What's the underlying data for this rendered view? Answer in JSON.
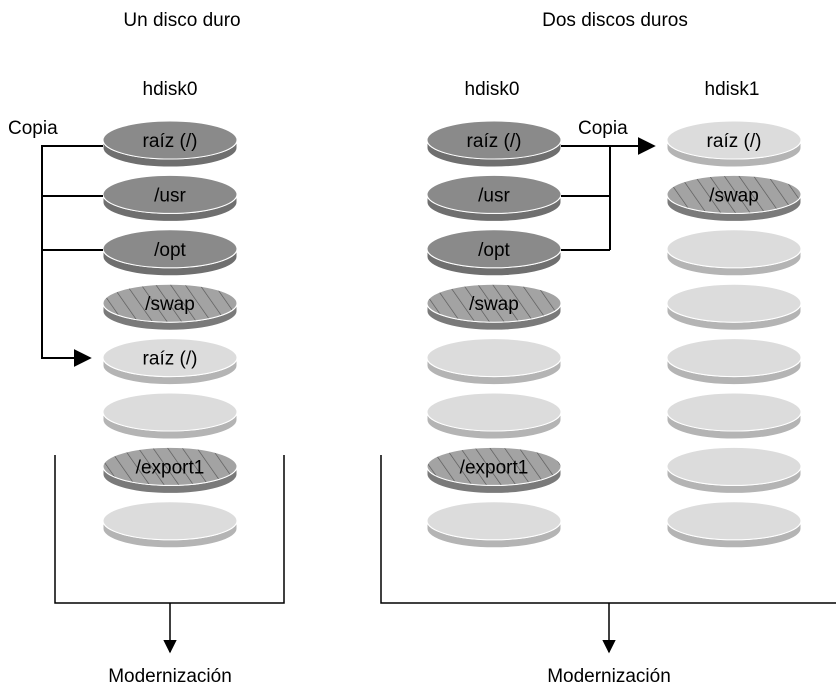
{
  "left": {
    "title": "Un disco duro",
    "disk_label": "hdisk0",
    "copy_label": "Copia",
    "result_label": "Modernización",
    "slices": [
      {
        "label": "raíz (/)",
        "style": "dark"
      },
      {
        "label": "/usr",
        "style": "dark"
      },
      {
        "label": "/opt",
        "style": "dark"
      },
      {
        "label": "/swap",
        "style": "hatch"
      },
      {
        "label": "raíz (/)",
        "style": "light"
      },
      {
        "label": "",
        "style": "light"
      },
      {
        "label": "/export1",
        "style": "hatch"
      },
      {
        "label": "",
        "style": "light"
      }
    ]
  },
  "right": {
    "title": "Dos discos duros",
    "copy_label": "Copia",
    "result_label": "Modernización",
    "disk0": {
      "label": "hdisk0",
      "slices": [
        {
          "label": "raíz (/)",
          "style": "dark"
        },
        {
          "label": "/usr",
          "style": "dark"
        },
        {
          "label": "/opt",
          "style": "dark"
        },
        {
          "label": "/swap",
          "style": "hatch"
        },
        {
          "label": "",
          "style": "light"
        },
        {
          "label": "",
          "style": "light"
        },
        {
          "label": "/export1",
          "style": "hatch"
        },
        {
          "label": "",
          "style": "light"
        }
      ]
    },
    "disk1": {
      "label": "hdisk1",
      "slices": [
        {
          "label": "raíz (/)",
          "style": "light"
        },
        {
          "label": "/swap",
          "style": "hatch"
        },
        {
          "label": "",
          "style": "light"
        },
        {
          "label": "",
          "style": "light"
        },
        {
          "label": "",
          "style": "light"
        },
        {
          "label": "",
          "style": "light"
        },
        {
          "label": "",
          "style": "light"
        },
        {
          "label": "",
          "style": "light"
        }
      ]
    }
  },
  "colors": {
    "dark": "#8a8a8a",
    "dark_side": "#6f6f6f",
    "light": "#dcdcdc",
    "light_side": "#b4b4b4",
    "hatch": "#9a9a9a",
    "hatch_side": "#7a7a7a",
    "line": "#000000"
  }
}
